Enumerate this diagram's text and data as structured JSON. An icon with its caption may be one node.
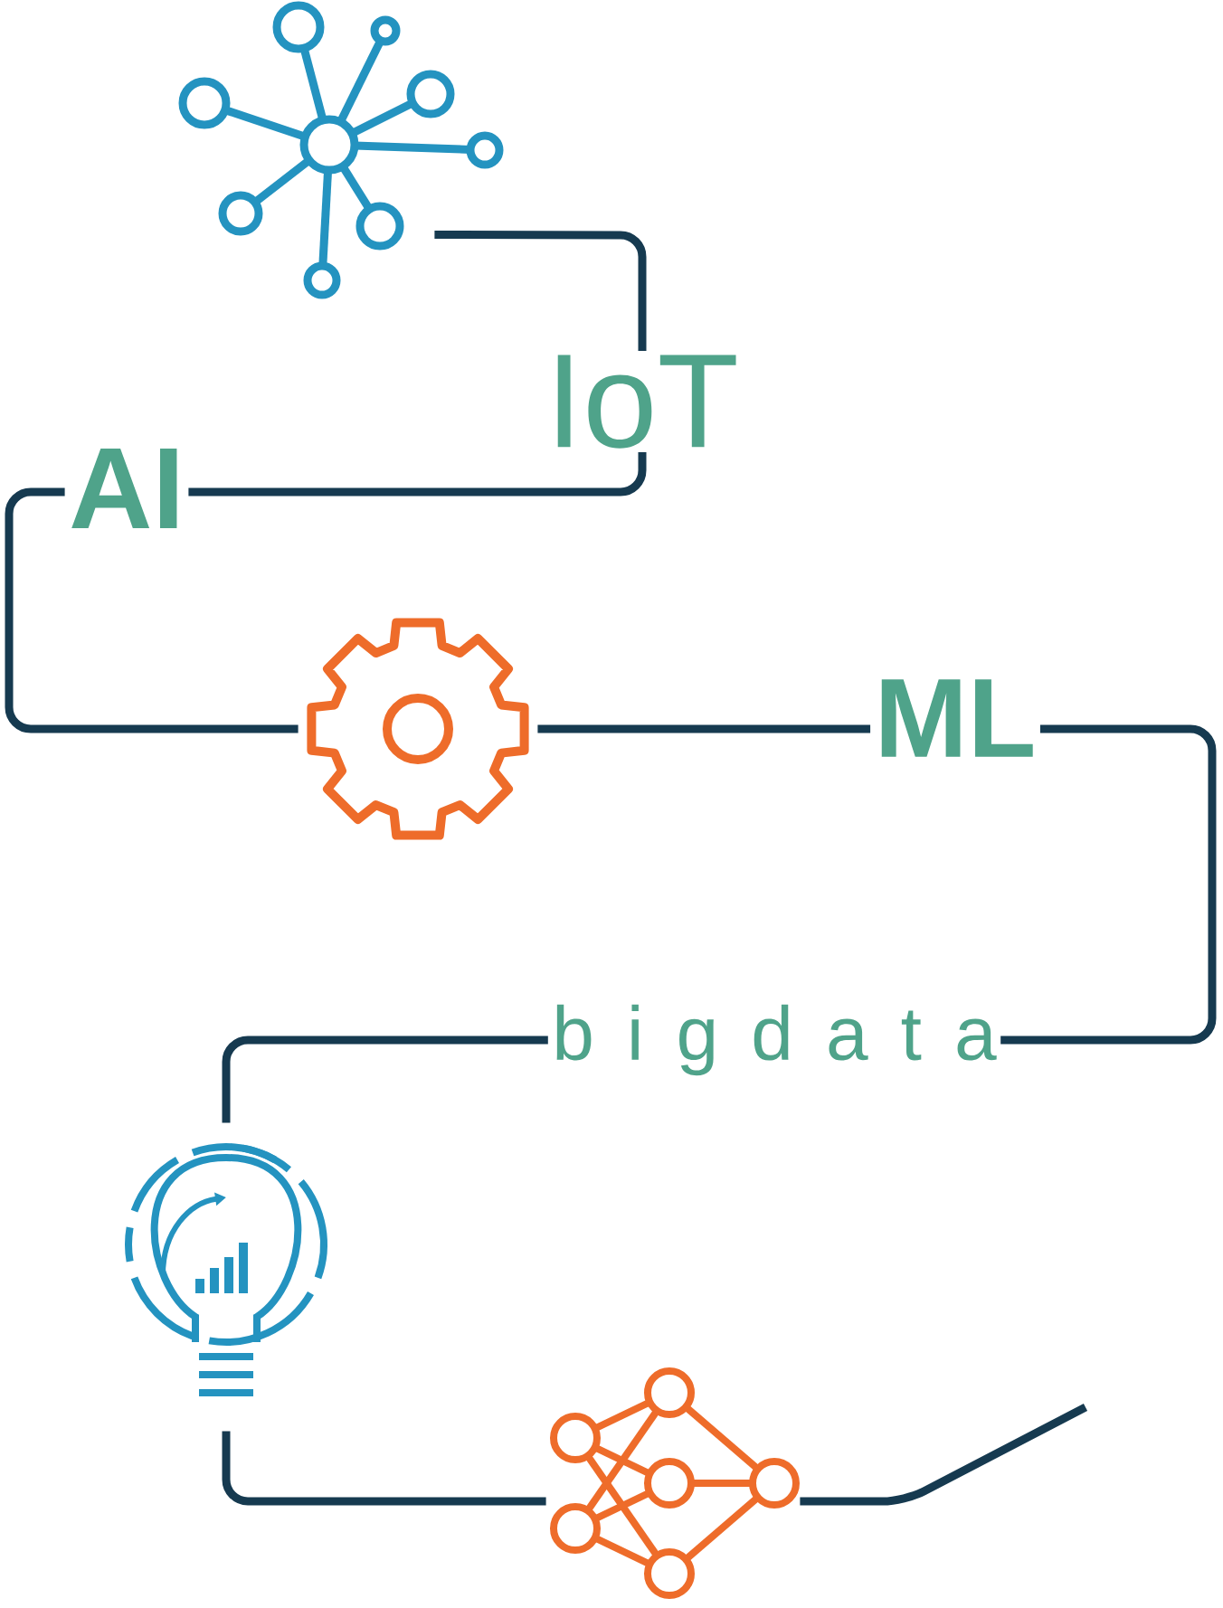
{
  "diagram": {
    "nodes": [
      {
        "text": [],
        "shape": "picture"
      },
      {
        "text": [
          "IoT"
        ]
      },
      {
        "text": [
          "AI"
        ]
      },
      {
        "text": [],
        "shape": "picture"
      },
      {
        "text": [
          "ML"
        ]
      },
      {
        "text": [
          "b i g d a t a"
        ]
      },
      {
        "text": [],
        "shape": "picture"
      },
      {
        "text": [],
        "shape": "picture"
      }
    ],
    "edges": [
      {
        "from": 0,
        "to": 1,
        "arrow": "none"
      },
      {
        "from": 1,
        "to": 2,
        "arrow": "none"
      },
      {
        "from": 2,
        "to": 3,
        "arrow": "none"
      },
      {
        "from": 3,
        "to": 4,
        "arrow": "none"
      },
      {
        "from": 4,
        "to": 5,
        "arrow": "none"
      },
      {
        "from": 5,
        "to": 6,
        "arrow": "none"
      },
      {
        "from": 6,
        "to": 7,
        "arrow": "none"
      },
      {
        "from": 7,
        "to": null,
        "arrow": "none"
      }
    ]
  }
}
